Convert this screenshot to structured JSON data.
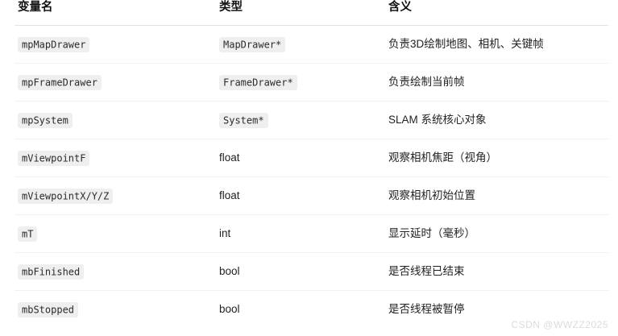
{
  "table": {
    "columns": [
      {
        "label": "变量名"
      },
      {
        "label": "类型"
      },
      {
        "label": "含义"
      }
    ],
    "rows": [
      {
        "name": "mpMapDrawer",
        "name_style": "code",
        "type": "MapDrawer*",
        "type_style": "code",
        "meaning": "负责3D绘制地图、相机、关键帧"
      },
      {
        "name": "mpFrameDrawer",
        "name_style": "code",
        "type": "FrameDrawer*",
        "type_style": "code",
        "meaning": "负责绘制当前帧"
      },
      {
        "name": "mpSystem",
        "name_style": "code",
        "type": "System*",
        "type_style": "code",
        "meaning": "SLAM 系统核心对象"
      },
      {
        "name": "mViewpointF",
        "name_style": "code",
        "type": "float",
        "type_style": "plain",
        "meaning": "观察相机焦距（视角）"
      },
      {
        "name": "mViewpointX/Y/Z",
        "name_style": "code",
        "type": "float",
        "type_style": "plain",
        "meaning": "观察相机初始位置"
      },
      {
        "name": "mT",
        "name_style": "code",
        "type": "int",
        "type_style": "plain",
        "meaning": "显示延时（毫秒）"
      },
      {
        "name": "mbFinished",
        "name_style": "code",
        "type": "bool",
        "type_style": "plain",
        "meaning": "是否线程已结束"
      },
      {
        "name": "mbStopped",
        "name_style": "code",
        "type": "bool",
        "type_style": "plain",
        "meaning": "是否线程被暂停"
      }
    ]
  },
  "watermark": {
    "text": "CSDN @WWZZ2025"
  },
  "colors": {
    "background": "#ffffff",
    "text": "#222222",
    "header_text": "#111111",
    "code_chip_bg": "#efefef",
    "header_rule": "#e3e3e3",
    "row_rule": "#f1f1f1",
    "watermark": "#dcdcdc"
  }
}
